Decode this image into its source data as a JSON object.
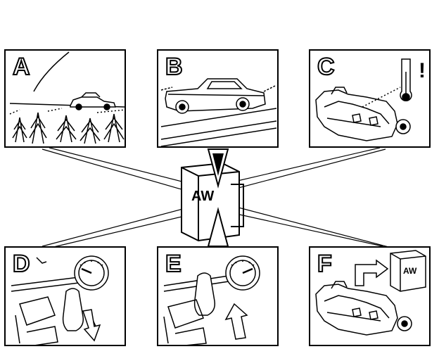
{
  "panels": {
    "a": {
      "letter": "A"
    },
    "b": {
      "letter": "B"
    },
    "c": {
      "letter": "C"
    },
    "d": {
      "letter": "D"
    },
    "e": {
      "letter": "E"
    },
    "f": {
      "letter": "F"
    }
  },
  "hub": {
    "label": "AW"
  },
  "small_aw": {
    "label": "AW"
  },
  "warning_mark": {
    "label": "!"
  }
}
